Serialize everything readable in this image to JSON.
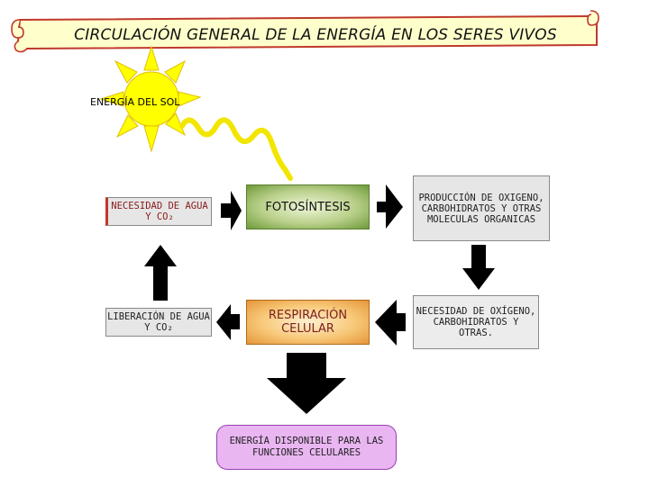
{
  "title": "CIRCULACIÓN GENERAL DE LA ENERGÍA EN LOS SERES VIVOS",
  "sun_label": "ENERGÍA DEL SOL",
  "boxes": {
    "need_water": "NECESIDAD DE AGUA Y CO₂",
    "release_water": "LIBERACIÓN DE AGUA Y CO₂",
    "photosynthesis": "FOTOSÍNTESIS",
    "respiration": "RESPIRACIÓN CELULAR",
    "production": "PRODUCCIÓN DE OXIGENO, CARBOHIDRATOS Y OTRAS MOLECULAS ORGANICAS",
    "need_oxygen": "NECESIDAD DE OXÍGENO, CARBOHIDRATOS Y OTRAS.",
    "available_energy": "ENERGÍA DISPONIBLE PARA LAS FUNCIONES CELULARES"
  },
  "colors": {
    "banner_fill": "#ffffcc",
    "banner_stroke": "#c0392b",
    "sun": "#ffff00",
    "ray": "#f2e600",
    "arrow": "#000000"
  }
}
